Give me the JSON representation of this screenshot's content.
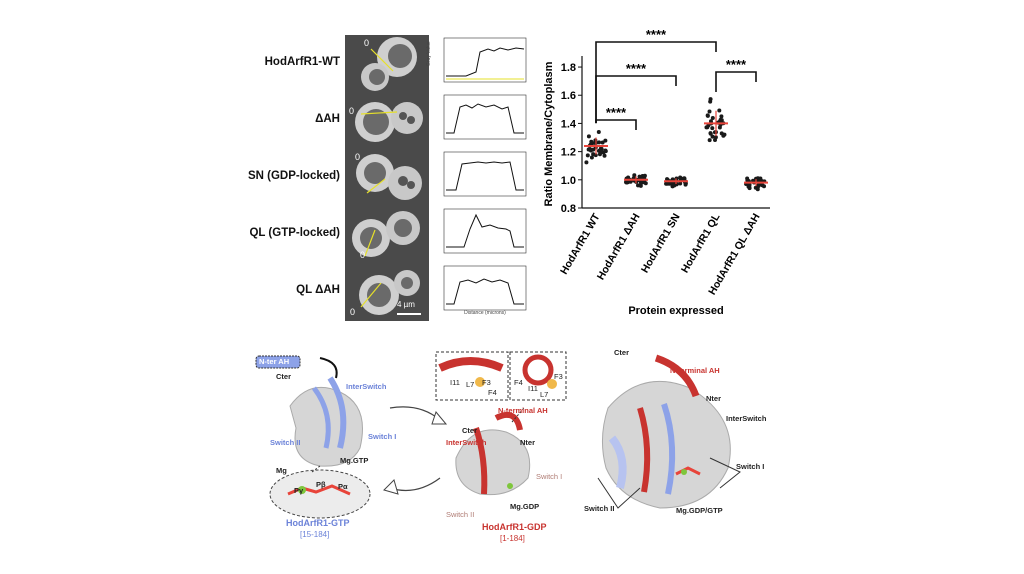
{
  "microscopy": {
    "rows": [
      {
        "label": "HodArfR1-WT",
        "marker": "0"
      },
      {
        "label": "ΔAH",
        "marker": "0"
      },
      {
        "label": "SN (GDP-locked)",
        "marker": "0"
      },
      {
        "label": "QL (GTP-locked)",
        "marker": "0"
      },
      {
        "label": "QL ΔAH",
        "marker": "0"
      }
    ],
    "scale_bar": "4 µm",
    "trace_xlabel": "Distance (microns)",
    "trace_ylabel": "Gray Value"
  },
  "chart_data": {
    "type": "scatter",
    "categories": [
      "HodArfR1 WT",
      "HodArfR1 ΔAH",
      "HodArfR1 SN",
      "HodArfR1 QL",
      "HodArfR1 QL ΔAH"
    ],
    "means": [
      1.24,
      1.0,
      0.99,
      1.4,
      0.98
    ],
    "spread": [
      0.06,
      0.025,
      0.02,
      0.09,
      0.025
    ],
    "ylim": [
      0.8,
      1.85
    ],
    "yticks": [
      "0.8",
      "1.0",
      "1.2",
      "1.4",
      "1.6",
      "1.8"
    ],
    "ylabel": "Ratio Membrane/Cytoplasm",
    "xlabel": "Protein expressed",
    "significance": [
      {
        "from": 0,
        "to": 1,
        "label": "****"
      },
      {
        "from": 0,
        "to": 2,
        "label": "****"
      },
      {
        "from": 0,
        "to": 3,
        "label": "****"
      },
      {
        "from": 3,
        "to": 4,
        "label": "****"
      }
    ],
    "mean_color": "#e8443a",
    "dot_color": "#1a1a1a"
  },
  "structures": {
    "gtp": {
      "title": "HodArfR1-GTP",
      "range": "[15-184]",
      "labels": {
        "nter_ah": "N-ter AH",
        "cter": "Cter",
        "interswitch": "InterSwitch",
        "switch2": "Switch II",
        "switch1": "Switch I",
        "mg_gtp": "Mg.GTP",
        "mg": "Mg",
        "pb": "Pβ",
        "pa": "Pα",
        "py": "Pγ"
      }
    },
    "gdp": {
      "title": "HodArfR1-GDP",
      "range": "[1-184]",
      "labels": {
        "nterminal_ah": "N-terminal AH",
        "cter": "Cter",
        "interswitch": "InterSwitch",
        "nter": "Nter",
        "switch1": "Switch I",
        "switch2": "Switch II",
        "mg_gdp": "Mg.GDP"
      },
      "inset_left": [
        "I11",
        "L7",
        "F3",
        "F4"
      ],
      "inset_right": [
        "F4",
        "F3",
        "I11",
        "L7"
      ]
    },
    "overlay": {
      "labels": {
        "cter": "Cter",
        "nterminal_ah": "N-terminal AH",
        "nter": "Nter",
        "interswitch": "InterSwitch",
        "switch1": "Switch I",
        "switch2": "Switch II",
        "mg_gdp_gtp": "Mg.GDP/GTP"
      }
    },
    "colors": {
      "gtp": "#8da2e8",
      "gdp": "#c8332f",
      "gray": "#cfcfcf",
      "switch_gdp": "#c69a92"
    }
  }
}
